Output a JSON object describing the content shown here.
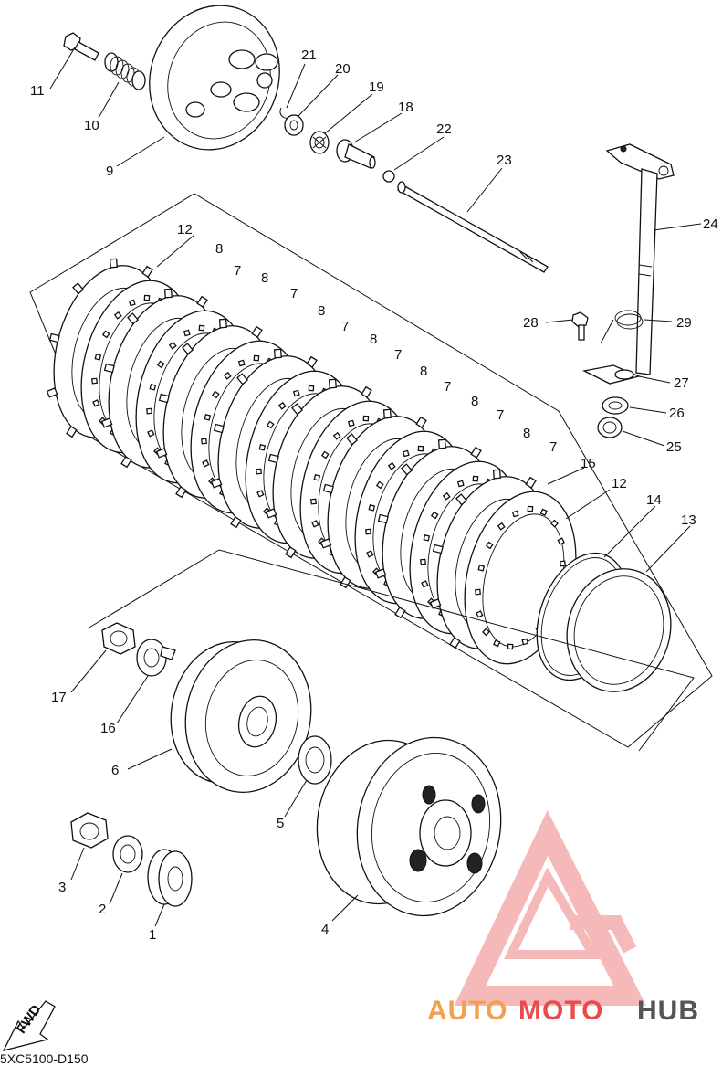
{
  "labels": {
    "p1": "1",
    "p2": "2",
    "p3": "3",
    "p4": "4",
    "p5": "5",
    "p6": "6",
    "p7a": "7",
    "p7b": "7",
    "p7c": "7",
    "p7d": "7",
    "p7e": "7",
    "p7f": "7",
    "p7g": "7",
    "p8a": "8",
    "p8b": "8",
    "p8c": "8",
    "p8d": "8",
    "p8e": "8",
    "p8f": "8",
    "p8g": "8",
    "p9": "9",
    "p10": "10",
    "p11": "11",
    "p12a": "12",
    "p12b": "12",
    "p13": "13",
    "p14": "14",
    "p15": "15",
    "p16": "16",
    "p17": "17",
    "p18": "18",
    "p19": "19",
    "p20": "20",
    "p21": "21",
    "p22": "22",
    "p23": "23",
    "p24": "24",
    "p25": "25",
    "p26": "26",
    "p27": "27",
    "p28": "28",
    "p29": "29"
  },
  "fwd_label": "FWD",
  "diagram_code": "5XC5100-D150",
  "watermark": {
    "part1": "AUTO",
    "part2": "MOTO",
    "part3": "HUB",
    "color1": "#f0a050",
    "color2": "#e84c4c",
    "color3": "#555555",
    "logo_color": "#f08080"
  }
}
